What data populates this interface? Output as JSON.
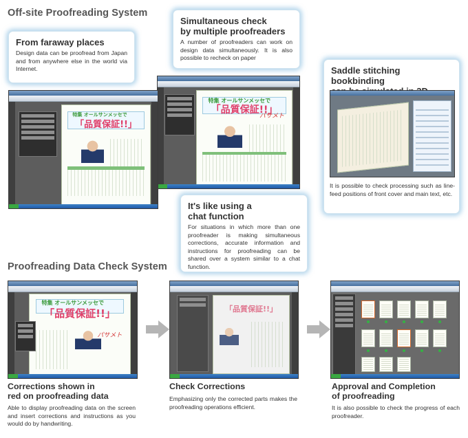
{
  "offsite": {
    "title": "Off-site Proofreading System",
    "callouts": {
      "faraway": {
        "heading": "From faraway places",
        "body": "Design data can be proofread from Japan and from anywhere else in the world via Internet."
      },
      "simultaneous": {
        "heading_line1": "Simultaneous check",
        "heading_line2": "by multiple proofreaders",
        "body": "A number of proofreaders can work on design data simultaneously. It is also possible to recheck on paper"
      },
      "saddle": {
        "heading_line1": "Saddle stitching bookbinding",
        "heading_line2": "can be simulated in 3D.",
        "body": "It is possible to check processing such as line-feed positions  of front cover and main text, etc."
      },
      "chat": {
        "heading_line1": "It's like using a",
        "heading_line2": "chat function",
        "body": "For situations in which more than one proofreader is making simultaneous corrections, accurate information and instructions for proofreading can be shared over a system similar to a chat function."
      }
    }
  },
  "mock": {
    "banner": "「品質保証!!」",
    "subtitle": "特集 オールサンメッセで",
    "scribble": "パサメト"
  },
  "check_system": {
    "title": "Proofreading Data Check System",
    "steps": [
      {
        "title_line1": "Corrections shown in",
        "title_line2": "red on proofreading data",
        "desc": "Able to display proofreading data on the screen and insert corrections and instructions as you would do by handwriting."
      },
      {
        "title_line1": "Check Corrections",
        "title_line2": "",
        "desc": "Emphasizing only the corrected parts makes the proofreading operations efficient."
      },
      {
        "title_line1": "Approval and Completion",
        "title_line2": "of proofreading",
        "desc": "It is also possible to check the progress of each proofreader."
      }
    ]
  },
  "colors": {
    "glow": "#78b4dc",
    "arrow": "#b5b5b5",
    "banner_red": "#e0406a",
    "taskbar": "#1f58a8"
  }
}
